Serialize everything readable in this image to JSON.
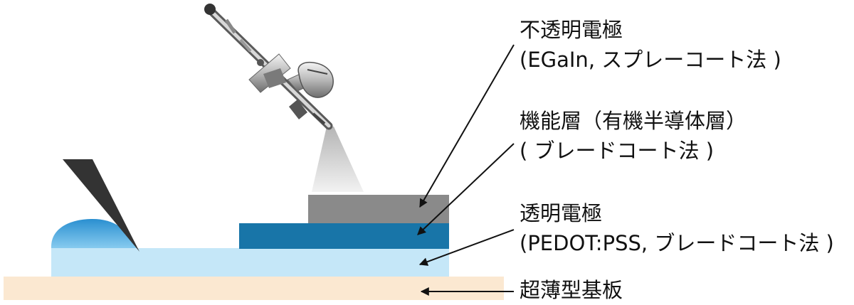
{
  "labels": {
    "top_electrode": {
      "name": "不透明電極",
      "method": "(EGaIn, スプレーコート法 )"
    },
    "functional_layer": {
      "name": "機能層（有機半導体層）",
      "method": "( ブレードコート法 )"
    },
    "transparent_electrode": {
      "name": "透明電極",
      "method": "(PEDOT:PSS, ブレードコート法 )"
    },
    "substrate": {
      "name": "超薄型基板"
    }
  },
  "colors": {
    "substrate": "#fbe8d1",
    "transparent_electrode": "#c5e7f8",
    "functional_layer": "#1875a8",
    "top_electrode": "#8a8a8a",
    "blade": "#333333",
    "spray": "#d5d5d5"
  },
  "icons": [
    "spray-gun-icon",
    "blade-icon"
  ]
}
